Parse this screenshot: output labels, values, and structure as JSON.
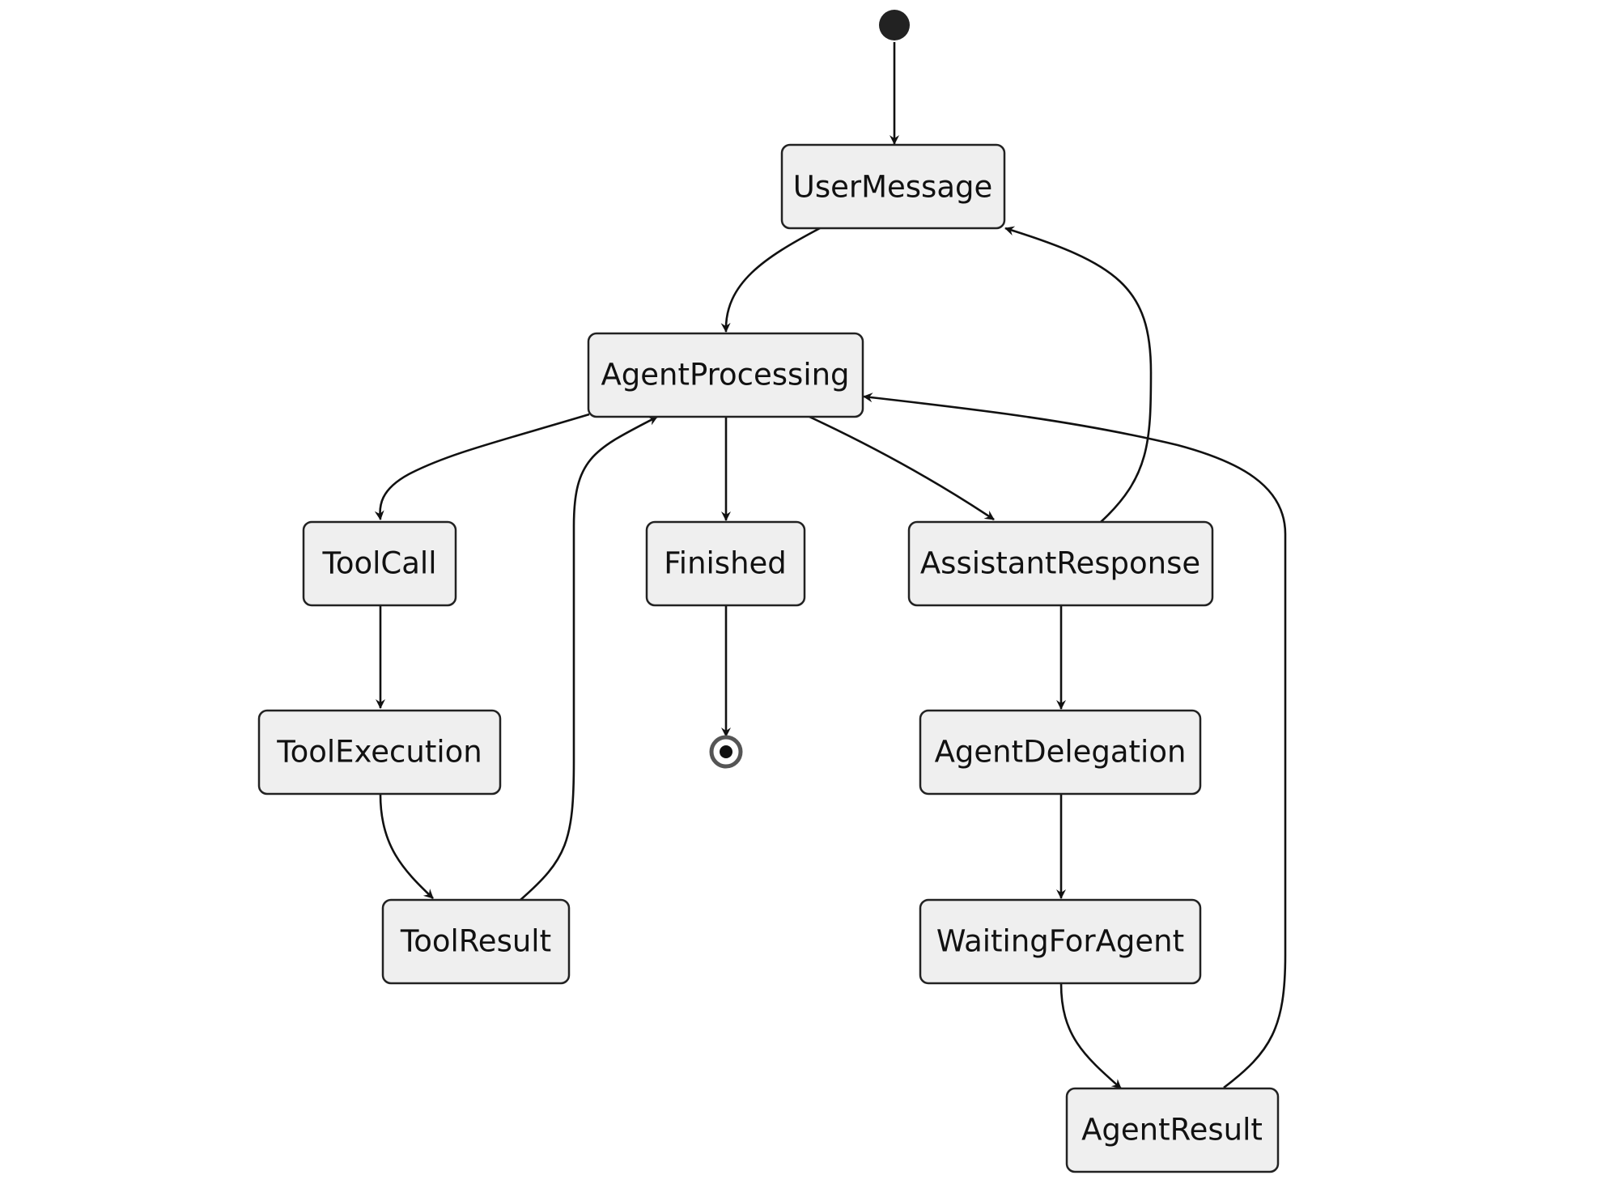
{
  "diagram": {
    "type": "state-diagram",
    "states": [
      {
        "id": "UserMessage",
        "label": "UserMessage"
      },
      {
        "id": "AgentProcessing",
        "label": "AgentProcessing"
      },
      {
        "id": "ToolCall",
        "label": "ToolCall"
      },
      {
        "id": "Finished",
        "label": "Finished"
      },
      {
        "id": "AssistantResponse",
        "label": "AssistantResponse"
      },
      {
        "id": "ToolExecution",
        "label": "ToolExecution"
      },
      {
        "id": "AgentDelegation",
        "label": "AgentDelegation"
      },
      {
        "id": "ToolResult",
        "label": "ToolResult"
      },
      {
        "id": "WaitingForAgent",
        "label": "WaitingForAgent"
      },
      {
        "id": "AgentResult",
        "label": "AgentResult"
      }
    ],
    "transitions": [
      {
        "from": "start",
        "to": "UserMessage"
      },
      {
        "from": "UserMessage",
        "to": "AgentProcessing"
      },
      {
        "from": "AgentProcessing",
        "to": "ToolCall"
      },
      {
        "from": "AgentProcessing",
        "to": "Finished"
      },
      {
        "from": "AgentProcessing",
        "to": "AssistantResponse"
      },
      {
        "from": "ToolCall",
        "to": "ToolExecution"
      },
      {
        "from": "ToolExecution",
        "to": "ToolResult"
      },
      {
        "from": "ToolResult",
        "to": "AgentProcessing"
      },
      {
        "from": "Finished",
        "to": "end"
      },
      {
        "from": "AssistantResponse",
        "to": "UserMessage"
      },
      {
        "from": "AssistantResponse",
        "to": "AgentDelegation"
      },
      {
        "from": "AgentDelegation",
        "to": "WaitingForAgent"
      },
      {
        "from": "WaitingForAgent",
        "to": "AgentResult"
      },
      {
        "from": "AgentResult",
        "to": "AgentProcessing"
      }
    ]
  }
}
